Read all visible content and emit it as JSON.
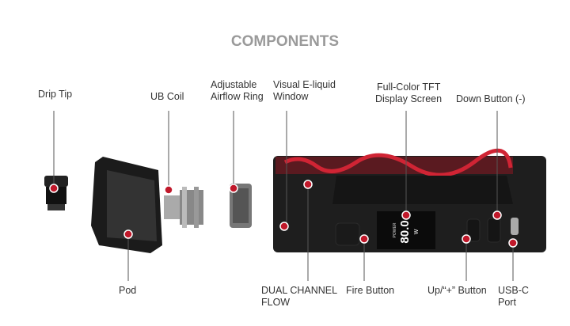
{
  "title": "COMPONENTS",
  "labels": {
    "drip_tip": "Drip Tip",
    "ub_coil": "UB Coil",
    "airflow_ring_1": "Adjustable",
    "airflow_ring_2": "Airflow Ring",
    "window_1": "Visual E-liquid",
    "window_2": "Window",
    "tft_1": "Full-Color TFT",
    "tft_2": "Display Screen",
    "down_button": "Down Button (-)",
    "pod": "Pod",
    "dual_1": "DUAL CHANNEL",
    "dual_2": "FLOW",
    "fire_button": "Fire Button",
    "up_button": "Up/“+” Button",
    "usbc_1": "USB-C",
    "usbc_2": "Port"
  },
  "screen": {
    "value": "80.0",
    "unit": "W",
    "mode": "POWER"
  },
  "colors": {
    "accent": "#c0182a",
    "title": "#9a9a9a",
    "body": "#1c1c1c"
  }
}
